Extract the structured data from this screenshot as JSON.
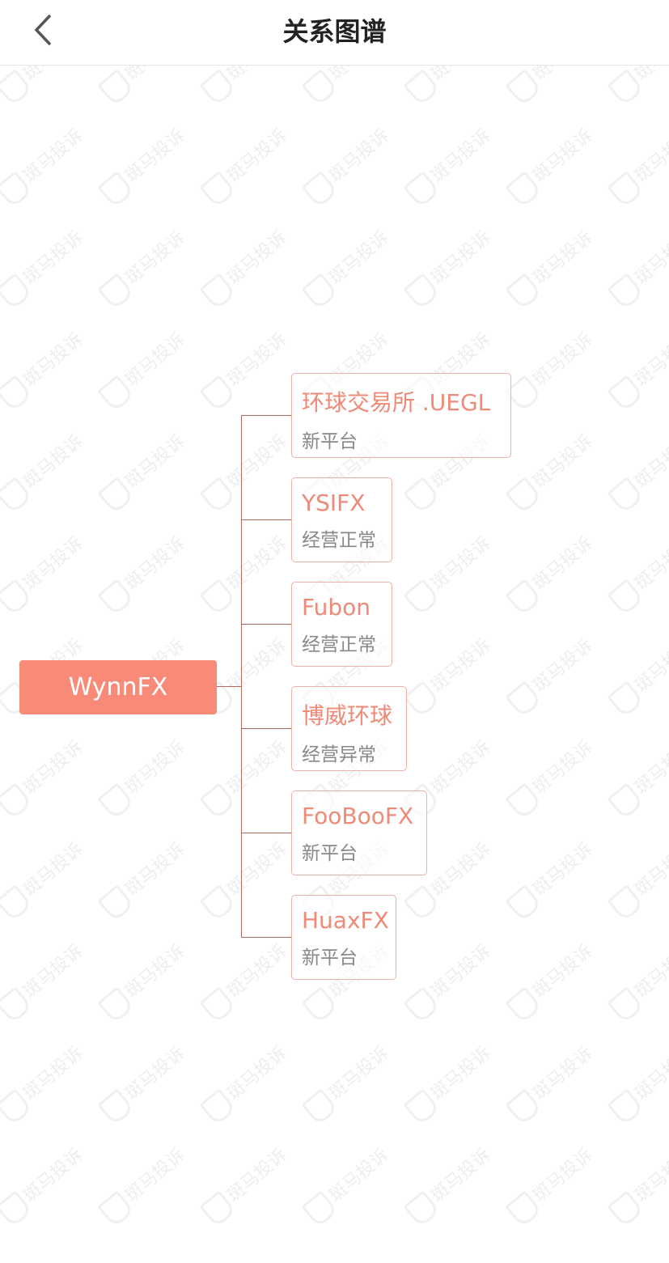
{
  "header": {
    "title": "关系图谱",
    "back_icon": "chevron-left-icon"
  },
  "watermark": "斑马投诉",
  "root": {
    "name": "WynnFX"
  },
  "children": [
    {
      "name": "环球交易所 .UEGL",
      "status": "新平台"
    },
    {
      "name": "YSIFX",
      "status": "经营正常"
    },
    {
      "name": "Fubon",
      "status": "经营正常"
    },
    {
      "name": "博威环球",
      "status": "经营异常"
    },
    {
      "name": "FooBooFX",
      "status": "新平台"
    },
    {
      "name": "HuaxFX",
      "status": "新平台"
    }
  ],
  "colors": {
    "accent": "#f98a78",
    "node_border": "#eeb1a6",
    "connector": "#b06a5c"
  }
}
